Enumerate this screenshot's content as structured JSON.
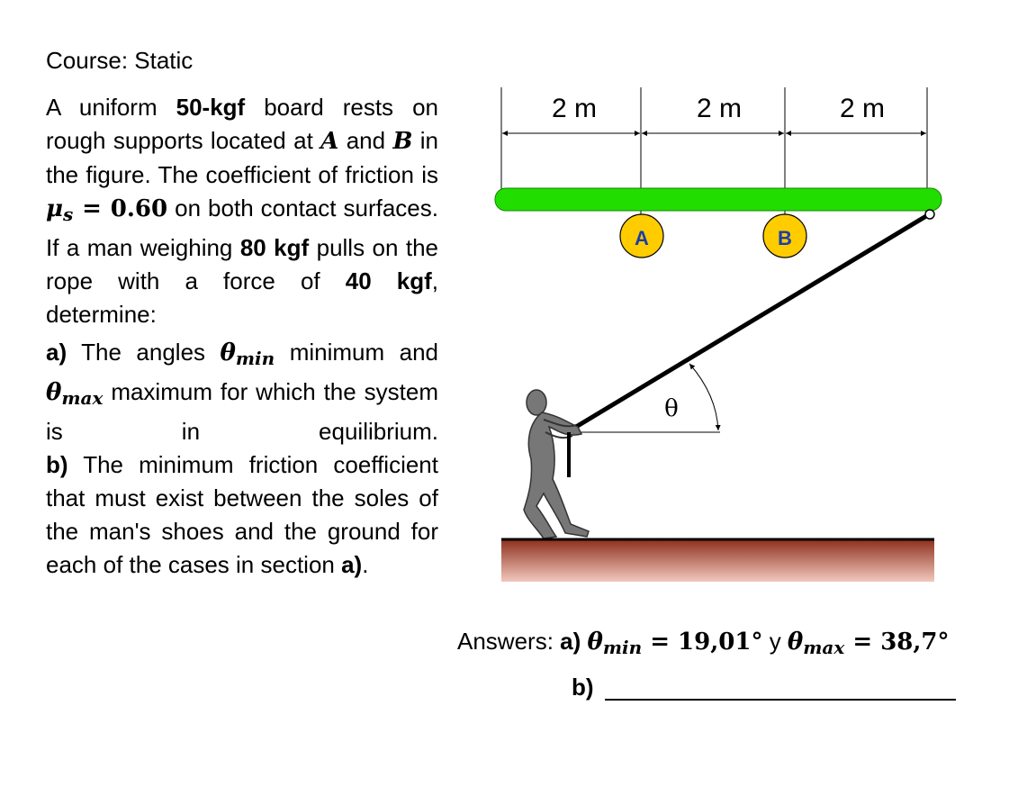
{
  "course": "Course: Static",
  "problem": {
    "p1": {
      "t1": "A uniform ",
      "t2": "50-kgf",
      "t3": " board rests on rough supports located at ",
      "t4": "A",
      "t5": " and ",
      "t6": "B",
      "t7": " in the figure. The coefficient of friction is ",
      "mu_symbol": "μ",
      "mu_sub": "s",
      "mu_value": " = 0.60",
      "t8": " on both contact surfaces. If a man weighing ",
      "t9": "80 kgf",
      "t10": " pulls on the rope with a force of ",
      "t11": "40 kgf",
      "t12": ", determine:"
    },
    "p2": {
      "label": "a)",
      "t1": " The angles ",
      "theta": "θ",
      "min_sub": "min",
      "t2": " minimum and ",
      "max_sub": "max",
      "t3": " maximum for which the system is in equilibrium."
    },
    "p3": {
      "label": "b)",
      "t1": " The minimum friction coefficient that must exist between the soles of the man's shoes and the ground for each of the cases in section ",
      "t2": "a)",
      "t3": "."
    }
  },
  "answers": {
    "prefix": "Answers: ",
    "a_label": "a) ",
    "theta": "θ",
    "min_sub": "min",
    "min_value": " = 19,01°",
    "connector": " y ",
    "max_sub": "max",
    "max_value": " = 38,7°",
    "b_label": "b)"
  },
  "figure": {
    "dim_labels": [
      "2 m",
      "2 m",
      "2 m"
    ],
    "support_a": "A",
    "support_b": "B",
    "angle_label": "θ",
    "colors": {
      "board": "#22dd00",
      "support": "#ffcc00",
      "ground_top": "#8b2c1a",
      "ground_bottom": "#f2c8bd",
      "man": "#777777"
    }
  }
}
